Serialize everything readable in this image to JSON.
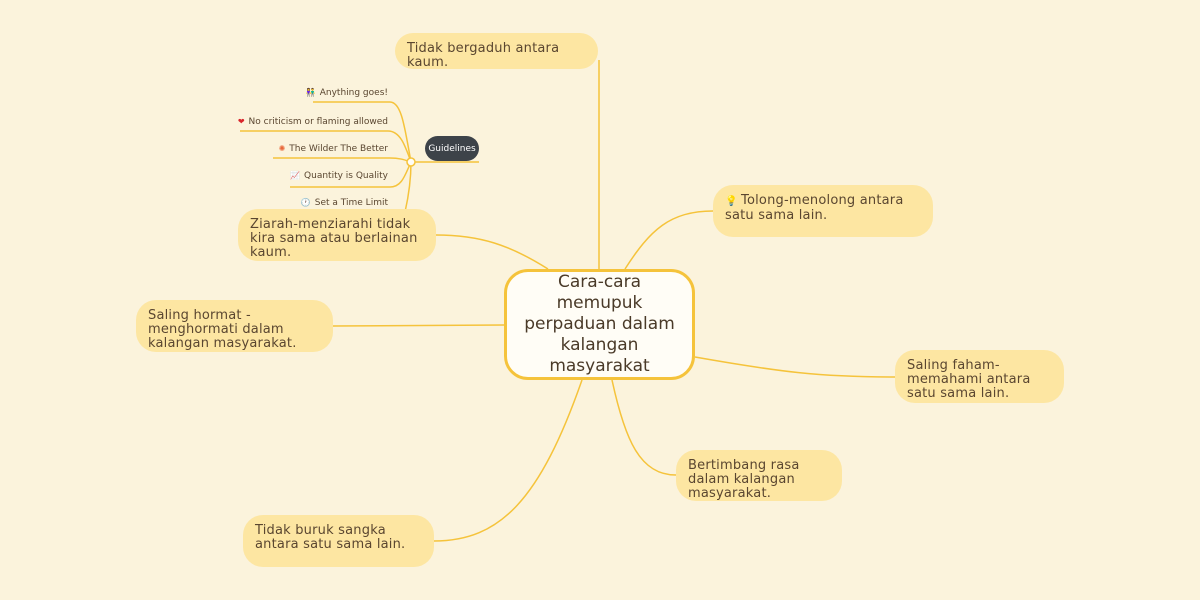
{
  "center": {
    "label": "Cara-cara memupuk perpaduan dalam kalangan masyarakat"
  },
  "nodes": [
    {
      "label": "Tidak bergaduh antara kaum."
    },
    {
      "label": "Tolong-menolong antara satu sama lain.",
      "icon": "lightbulb-icon"
    },
    {
      "label": "Saling faham-memahami antara satu sama lain."
    },
    {
      "label": "Bertimbang rasa dalam kalangan masyarakat."
    },
    {
      "label": "Tidak buruk sangka antara satu sama lain."
    },
    {
      "label": "Saling hormat -menghormati dalam kalangan masyarakat."
    },
    {
      "label": "Ziarah-menziarahi tidak kira sama atau berlainan kaum."
    }
  ],
  "guidelines": {
    "label": "Guidelines",
    "items": [
      {
        "icon": "people-icon",
        "glyph": "👫",
        "label": "Anything goes!"
      },
      {
        "icon": "heart-icon",
        "glyph": "❤",
        "label": "No criticism or flaming allowed"
      },
      {
        "icon": "burst-icon",
        "glyph": "✺",
        "label": "The Wilder The Better"
      },
      {
        "icon": "chart-icon",
        "glyph": "📈",
        "label": "Quantity is Quality"
      },
      {
        "icon": "clock-icon",
        "glyph": "🕐",
        "label": "Set a Time Limit"
      }
    ]
  },
  "colors": {
    "line": "#f5c33b",
    "node": "#fde6a2",
    "background": "#fbf3dc",
    "guidelines": "#3d4349"
  }
}
